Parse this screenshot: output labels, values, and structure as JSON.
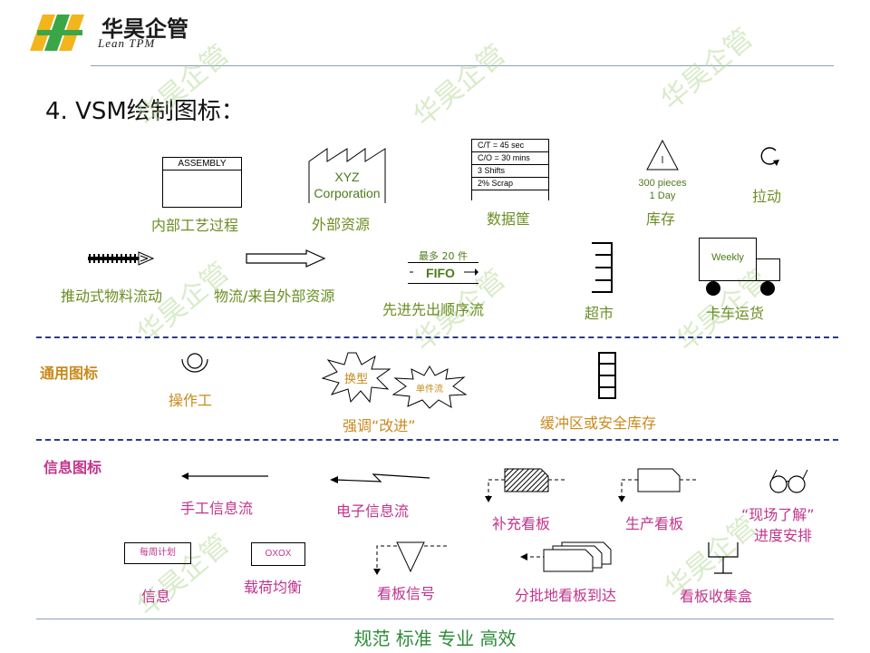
{
  "header": {
    "logo_text": "华昊企管",
    "logo_sub": "Lean TPM",
    "title": "4. VSM绘制图标："
  },
  "watermark": "华昊企管",
  "process_icons": {
    "assembly_box": "ASSEMBLY",
    "assembly_label": "内部工艺过程",
    "factory_text_1": "XYZ",
    "factory_text_2": "Corporation",
    "factory_label": "外部资源",
    "databox_rows": [
      "C/T = 45 sec",
      "C/O = 30 mins",
      "3 Shifts",
      "2% Scrap"
    ],
    "databox_label": "数据筐",
    "inventory_letter": "I",
    "inventory_qty": "300 pieces",
    "inventory_days": "1 Day",
    "inventory_label": "库存",
    "pull_label": "拉动",
    "push_label": "推动式物料流动",
    "external_label": "物流/来自外部资源",
    "fifo_max": "最多 20 件",
    "fifo_text": "FIFO",
    "fifo_label": "先进先出顺序流",
    "supermarket_label": "超市",
    "truck_text": "Weekly",
    "truck_label": "卡车运货"
  },
  "general_icons": {
    "section_title": "通用图标",
    "operator_label": "操作工",
    "kaizen_burst_1": "换型",
    "kaizen_burst_2": "单件流",
    "kaizen_label": "强调“改进”",
    "buffer_label": "缓冲区或安全库存"
  },
  "info_icons": {
    "section_title": "信息图标",
    "manual_label": "手工信息流",
    "electronic_label": "电子信息流",
    "withdrawal_label": "补充看板",
    "production_label": "生产看板",
    "goandsee_label_1": "“现场了解”",
    "goandsee_label_2": "进度安排",
    "info_box": "每周计划",
    "info_label": "信息",
    "leveling_box": "OXOX",
    "leveling_label": "载荷均衡",
    "signal_label": "看板信号",
    "batch_label": "分批地看板到达",
    "post_label": "看板收集盒"
  },
  "footer": "规范 标准 专业 高效"
}
